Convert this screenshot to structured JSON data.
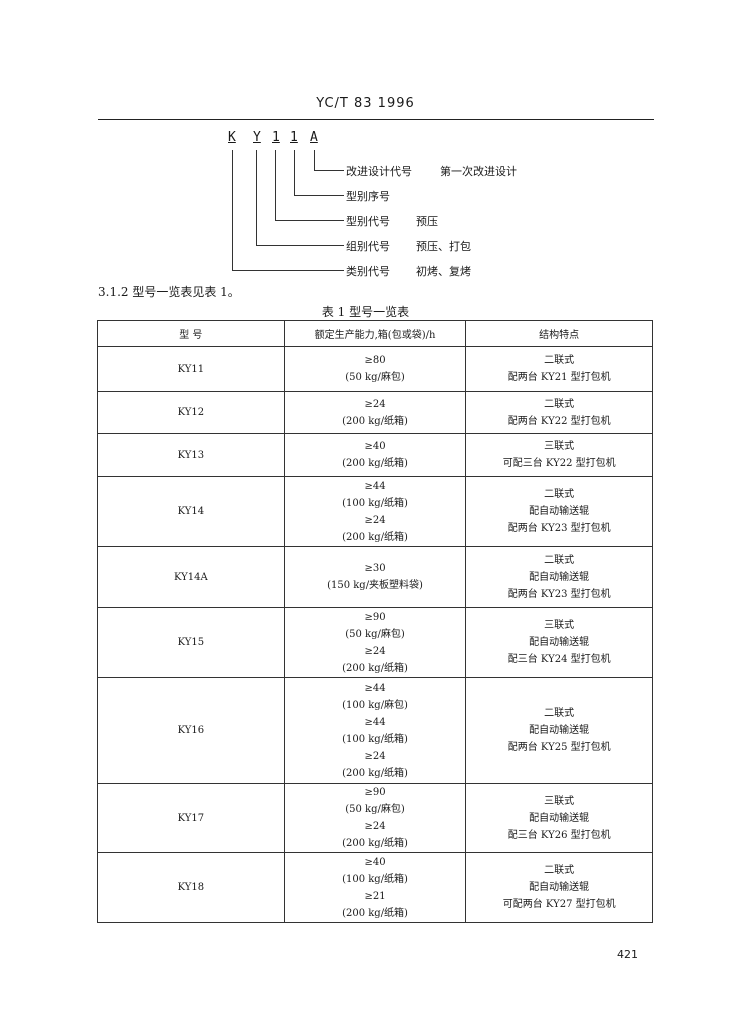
{
  "header": {
    "standard": "YC/T 83  1996"
  },
  "code_letters": [
    "K",
    "Y",
    "1",
    "1",
    "A"
  ],
  "legend": [
    {
      "label": "改进设计代号",
      "value": "第一次改进设计"
    },
    {
      "label": "型别序号",
      "value": ""
    },
    {
      "label": "型别代号",
      "value": "预压"
    },
    {
      "label": "组别代号",
      "value": "预压、打包"
    },
    {
      "label": "类别代号",
      "value": "初烤、复烤"
    }
  ],
  "clause": "3.1.2  型号一览表见表 1。",
  "table": {
    "caption": "表 1   型号一览表",
    "headers": [
      "型    号",
      "额定生产能力,箱(包或袋)/h",
      "结构特点"
    ],
    "rows": [
      {
        "model": "KY11",
        "capacity": [
          "≥80",
          "(50 kg/麻包)"
        ],
        "features": [
          "二联式",
          "配两台 KY21 型打包机"
        ]
      },
      {
        "model": "KY12",
        "capacity": [
          "≥24",
          "(200 kg/纸箱)"
        ],
        "features": [
          "二联式",
          "配两台 KY22 型打包机"
        ]
      },
      {
        "model": "KY13",
        "capacity": [
          "≥40",
          "(200 kg/纸箱)"
        ],
        "features": [
          "三联式",
          "可配三台 KY22 型打包机"
        ]
      },
      {
        "model": "KY14",
        "capacity": [
          "≥44",
          "(100 kg/纸箱)",
          "≥24",
          "(200 kg/纸箱)"
        ],
        "features": [
          "二联式",
          "配自动输送辊",
          "配两台 KY23 型打包机"
        ]
      },
      {
        "model": "KY14A",
        "capacity": [
          "≥30",
          "(150 kg/夹板塑料袋)"
        ],
        "features": [
          "二联式",
          "配自动输送辊",
          "配两台 KY23 型打包机"
        ]
      },
      {
        "model": "KY15",
        "capacity": [
          "≥90",
          "(50 kg/麻包)",
          "≥24",
          "(200 kg/纸箱)"
        ],
        "features": [
          "三联式",
          "配自动输送辊",
          "配三台 KY24 型打包机"
        ]
      },
      {
        "model": "KY16",
        "capacity": [
          "≥44",
          "(100 kg/麻包)",
          "≥44",
          "(100 kg/纸箱)",
          "≥24",
          "(200 kg/纸箱)"
        ],
        "features": [
          "二联式",
          "配自动输送辊",
          "配两台 KY25 型打包机"
        ]
      },
      {
        "model": "KY17",
        "capacity": [
          "≥90",
          "(50 kg/麻包)",
          "≥24",
          "(200 kg/纸箱)"
        ],
        "features": [
          "三联式",
          "配自动输送辊",
          "配三台 KY26 型打包机"
        ]
      },
      {
        "model": "KY18",
        "capacity": [
          "≥40",
          "(100 kg/纸箱)",
          "≥21",
          "(200 kg/纸箱)"
        ],
        "features": [
          "二联式",
          "配自动输送辊",
          "可配两台 KY27 型打包机"
        ]
      }
    ]
  },
  "page_number": "421"
}
